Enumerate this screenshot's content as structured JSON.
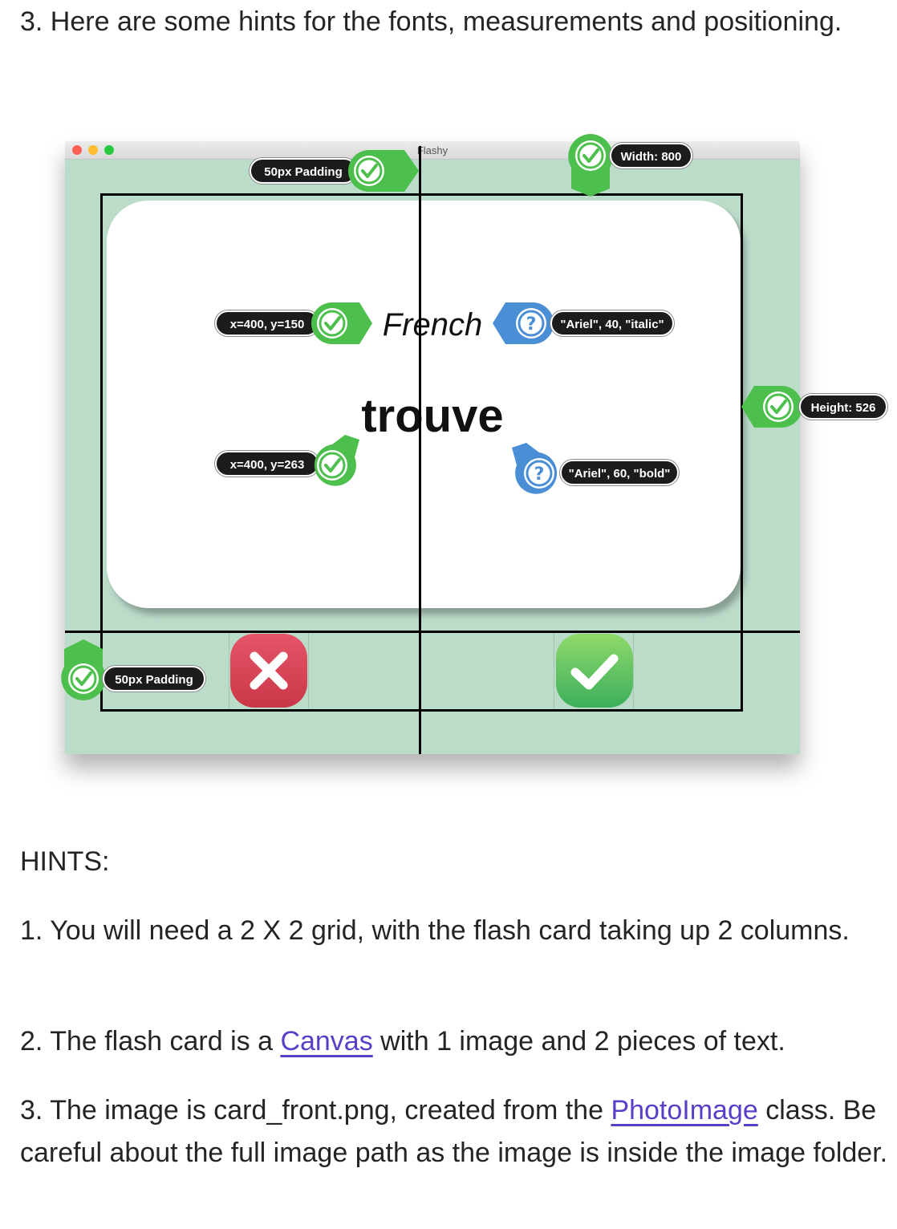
{
  "intro": "3. Here are some hints for the fonts, measurements and positioning.",
  "window": {
    "title": "Flashy",
    "card_title": "French",
    "card_word": "trouve"
  },
  "annotations": {
    "top_padding": "50px Padding",
    "width": "Width: 800",
    "title_pos": "x=400, y=150",
    "title_font": "\"Ariel\", 40, \"italic\"",
    "height": "Height: 526",
    "word_pos": "x=400, y=263",
    "word_font": "\"Ariel\", 60, \"bold\"",
    "side_padding": "50px Padding"
  },
  "hints": {
    "heading": "HINTS:",
    "h1": "1. You will need a 2 X 2 grid, with the flash card taking up 2 columns.",
    "h2_before": "2. The flash card is a ",
    "h2_link": "Canvas",
    "h2_after": " with 1 image and 2 pieces of text.",
    "h3_before": "3. The image is card_front.png, created from the ",
    "h3_link": "PhotoImage",
    "h3_after": " class. Be careful about the full image path as the image is inside the image folder."
  },
  "colors": {
    "window_bg": "#bcdcca",
    "check_badge": "#4cbf4c",
    "question_badge": "#4a8fd6",
    "wrong_button": "#d5404f",
    "right_button": "#5cc160",
    "link": "#5a3ec8"
  },
  "icons": [
    "check-icon",
    "question-icon",
    "cross-icon"
  ]
}
